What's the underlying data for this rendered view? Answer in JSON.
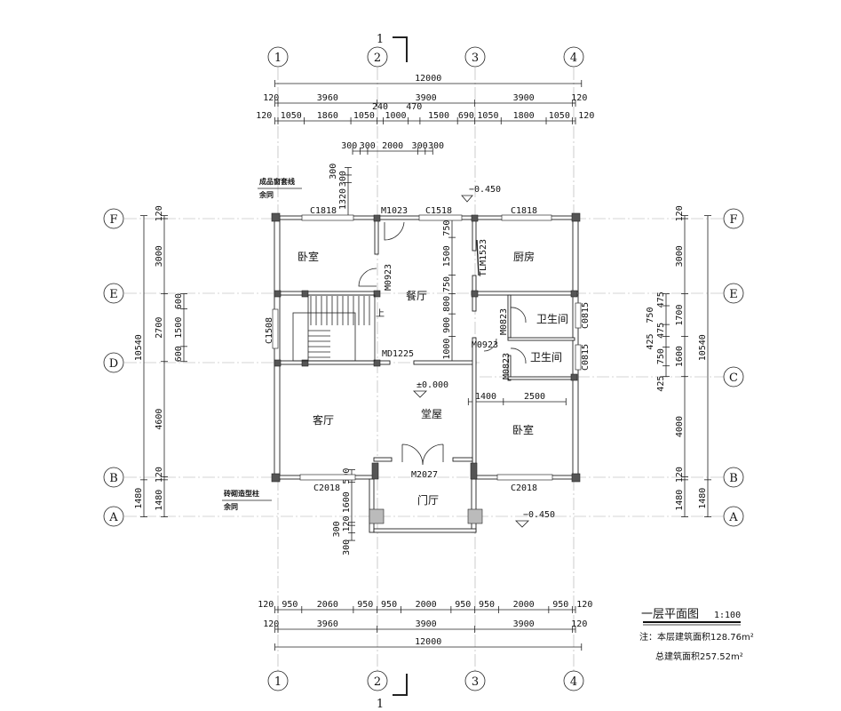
{
  "axes": {
    "columns": [
      "1",
      "2",
      "3",
      "4"
    ],
    "rows_left": [
      "F",
      "E",
      "D",
      "B",
      "A"
    ],
    "rows_right": [
      "F",
      "E",
      "C",
      "B",
      "A"
    ]
  },
  "section_mark": "1",
  "dimensions": {
    "top_total": [
      "12000"
    ],
    "top_axes": [
      "120",
      "3960",
      "3900",
      "3900",
      "120"
    ],
    "top_detail": [
      "120",
      "1050",
      "1860",
      "1050",
      "240",
      "1000",
      "470",
      "1500",
      "690",
      "1050",
      "1800",
      "1050",
      "120"
    ],
    "top_stair": [
      "300",
      "300",
      "2000",
      "300",
      "300"
    ],
    "bottom_detail": [
      "120",
      "950",
      "2060",
      "950",
      "950",
      "2000",
      "950",
      "950",
      "2000",
      "950",
      "120"
    ],
    "bottom_axes": [
      "120",
      "3960",
      "3900",
      "3900",
      "120"
    ],
    "bottom_total": [
      "12000"
    ],
    "left_outer": [
      "10540",
      "1480"
    ],
    "left_axes": [
      "120",
      "3000",
      "2700",
      "4600",
      "120",
      "1480"
    ],
    "left_window": [
      "600",
      "1500",
      "600"
    ],
    "right_outer": [
      "10540",
      "1480"
    ],
    "right_axes": [
      "120",
      "3000",
      "1700",
      "1600",
      "4000",
      "120",
      "1480"
    ],
    "right_window": [
      "475",
      "750",
      "475",
      "425",
      "750",
      "425"
    ],
    "dining_chain": [
      "750",
      "1500",
      "750",
      "800",
      "900",
      "1000"
    ],
    "stair_vertical": [
      "300",
      "300",
      "1320"
    ],
    "porch_vertical": [
      "500",
      "1600",
      "120",
      "300",
      "300"
    ],
    "bedroom_width": [
      "1400",
      "2500"
    ]
  },
  "rooms": {
    "bedroom_nw": "卧室",
    "dining": "餐厅",
    "kitchen": "厨房",
    "bath_1": "卫生间",
    "bath_2": "卫生间",
    "living": "客厅",
    "hall": "堂屋",
    "bedroom_se": "卧室",
    "foyer": "门厅",
    "stair_up": "上"
  },
  "openings": {
    "c1818_a": "C1818",
    "m1023": "M1023",
    "c1518": "C1518",
    "c1818_b": "C1818",
    "m0923_a": "M0923",
    "tlm1523": "TLM1523",
    "c1508": "C1508",
    "md1225": "MD1225",
    "m0823_a": "M0823",
    "m0923_b": "M0923",
    "m0823_b": "M0823",
    "c0815_a": "C0815",
    "c0815_b": "C0815",
    "m2027": "M2027",
    "c2018_a": "C2018",
    "c2018_b": "C2018"
  },
  "elevations": {
    "floor": "±0.000",
    "north": "−0.450",
    "south": "−0.450"
  },
  "notes": {
    "window_trim": "成品窗套线",
    "window_trim_rest": "余同",
    "brick_column": "砖砌造型柱",
    "brick_column_rest": "余同"
  },
  "title": {
    "name": "一层平面图",
    "scale": "1:100",
    "note_line1": "注：本层建筑面积128.76m²",
    "note_line2": "总建筑面积257.52m²"
  }
}
